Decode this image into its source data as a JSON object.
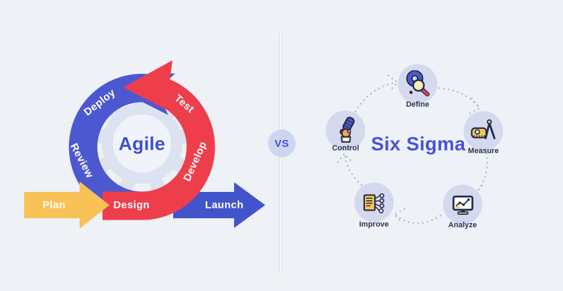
{
  "left_panel": {
    "title": "Agile",
    "cycle_labels": {
      "deploy": "Deploy",
      "test": "Test",
      "review": "Review",
      "develop": "Develop",
      "design": "Design"
    },
    "plan_label": "Plan",
    "launch_label": "Launch",
    "colors": {
      "arc_blue": "#4c58d0",
      "launch_blue": "#4254cc",
      "arc_red": "#ee3e4c",
      "plan_yellow": "#f9c257",
      "gear_gray": "#dde2f0",
      "title_text": "#3f51c8"
    }
  },
  "divider": {
    "vs_label": "VS"
  },
  "right_panel": {
    "title": "Six Sigma",
    "steps": [
      {
        "id": "define",
        "label": "Define",
        "icon": "magnifier-question-icon"
      },
      {
        "id": "measure",
        "label": "Measure",
        "icon": "measuring-tape-compass-icon"
      },
      {
        "id": "analyze",
        "label": "Analyze",
        "icon": "monitor-chart-icon"
      },
      {
        "id": "improve",
        "label": "Improve",
        "icon": "document-branch-icon"
      },
      {
        "id": "control",
        "label": "Control",
        "icon": "hand-lever-icon"
      }
    ],
    "colors": {
      "node_bg": "#d4d9ed",
      "title_text": "#4a52d8",
      "label_text": "#2d3452",
      "dotted_connector": "#b3b9ca"
    }
  }
}
